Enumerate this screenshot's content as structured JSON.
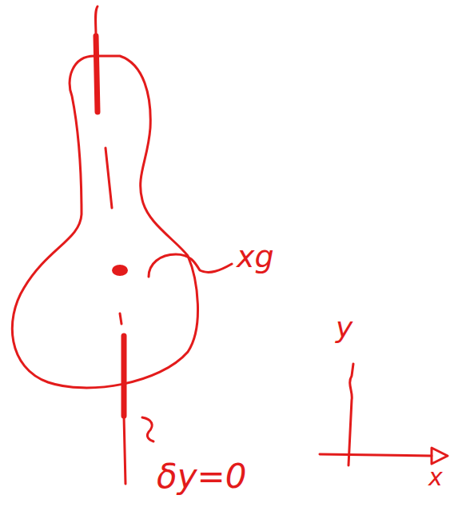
{
  "diagram": {
    "labels": [
      "xg",
      "δy=0",
      "y",
      "x"
    ]
  }
}
